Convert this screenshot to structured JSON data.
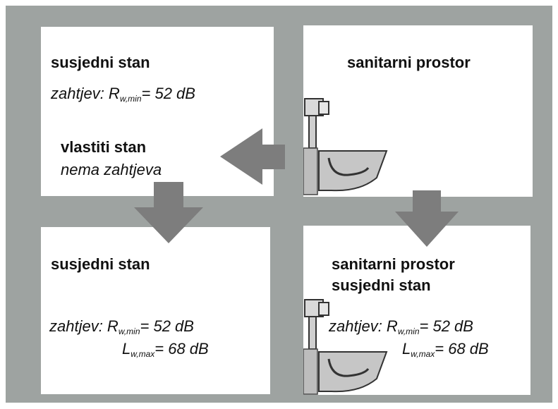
{
  "colors": {
    "frame": "#9ea3a1",
    "arrow": "#7d7d7d",
    "box": "#ffffff"
  },
  "top_left": {
    "title": "susjedni stan",
    "req_prefix": "zahtjev: R",
    "req_sub": "w,min",
    "req_value": "= 52 dB",
    "own_title": "vlastiti stan",
    "own_note": "nema zahtjeva"
  },
  "top_right": {
    "title": "sanitarni prostor",
    "icon": "toilet-icon"
  },
  "bottom_left": {
    "title": "susjedni stan",
    "req_prefix": "zahtjev: R",
    "req_sub": "w,min",
    "req_value": "= 52 dB",
    "l_prefix": "L",
    "l_sub": "w,max",
    "l_value": "= 68 dB"
  },
  "bottom_right": {
    "title_line1": "sanitarni prostor",
    "title_line2": "susjedni stan",
    "req_prefix": "zahtjev: R",
    "req_sub": "w,min",
    "req_value": "= 52 dB",
    "l_prefix": "L",
    "l_sub": "w,max",
    "l_value": "= 68 dB",
    "icon": "toilet-icon"
  }
}
